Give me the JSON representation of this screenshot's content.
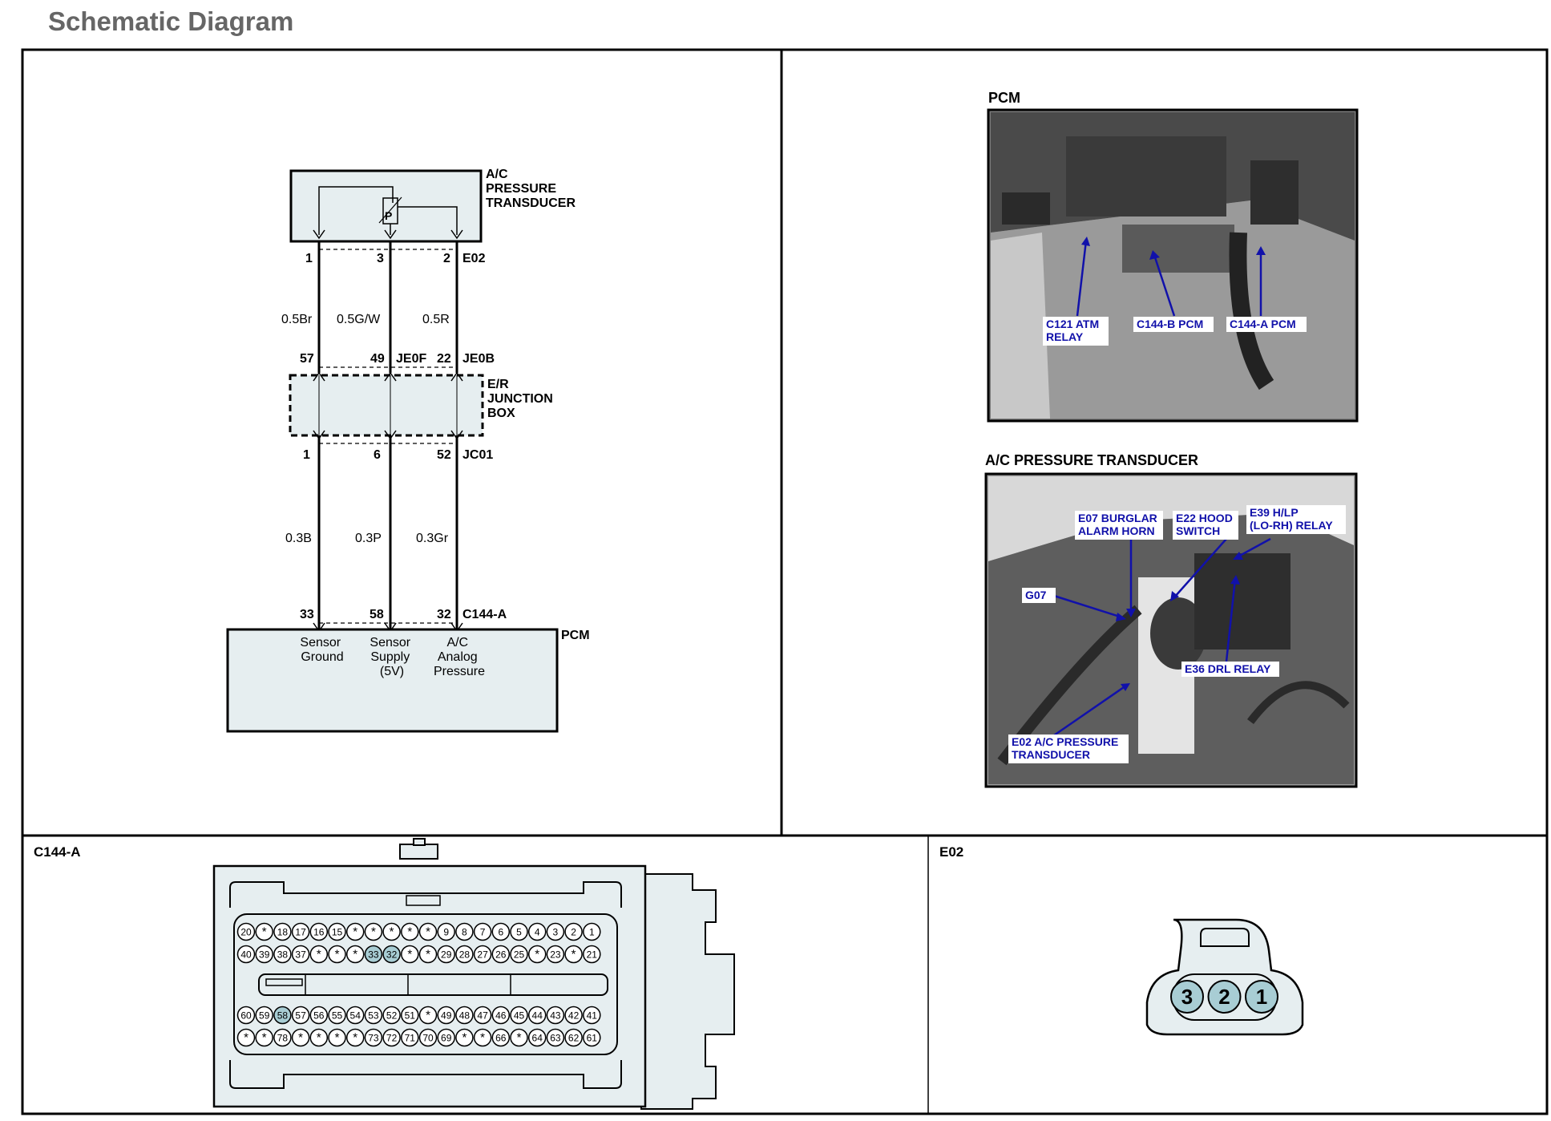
{
  "page": {
    "title": "Schematic Diagram"
  },
  "schematic": {
    "transducer_label": [
      "A/C",
      "PRESSURE",
      "TRANSDUCER"
    ],
    "transducer_symbol": "P",
    "e02": {
      "pins": [
        "1",
        "3",
        "2"
      ],
      "name": "E02"
    },
    "upper_wires": [
      "0.5Br",
      "0.5G/W",
      "0.5R"
    ],
    "je_pins": [
      "57",
      "49",
      "22"
    ],
    "je_names": [
      "JE0F",
      "JE0B"
    ],
    "junction_label": [
      "E/R",
      "JUNCTION",
      "BOX"
    ],
    "jc_pins": [
      "1",
      "6",
      "52"
    ],
    "jc_name": "JC01",
    "lower_wires": [
      "0.3B",
      "0.3P",
      "0.3Gr"
    ],
    "c144_pins": [
      "33",
      "58",
      "32"
    ],
    "c144_name": "C144-A",
    "pcm_label": "PCM",
    "pcm_pins": [
      [
        "Sensor",
        "Ground"
      ],
      [
        "Sensor",
        "Supply",
        "(5V)"
      ],
      [
        "A/C",
        "Analog",
        "Pressure"
      ]
    ]
  },
  "photos": {
    "pcm": {
      "title": "PCM",
      "callouts": [
        [
          "C121 ATM",
          "RELAY"
        ],
        [
          "C144-B PCM"
        ],
        [
          "C144-A PCM"
        ]
      ]
    },
    "transducer": {
      "title": "A/C PRESSURE TRANSDUCER",
      "callouts": [
        [
          "E07 BURGLAR",
          "ALARM HORN"
        ],
        [
          "E22 HOOD",
          "SWITCH"
        ],
        [
          "E39 H/LP",
          "(LO-RH) RELAY"
        ],
        [
          "G07"
        ],
        [
          "E36 DRL RELAY"
        ],
        [
          "E02 A/C PRESSURE",
          "TRANSDUCER"
        ]
      ]
    }
  },
  "connector_c144a": {
    "title": "C144-A",
    "rows": [
      [
        "20",
        "*",
        "18",
        "17",
        "16",
        "15",
        "*",
        "*",
        "*",
        "*",
        "*",
        "9",
        "8",
        "7",
        "6",
        "5",
        "4",
        "3",
        "2",
        "1"
      ],
      [
        "40",
        "39",
        "38",
        "37",
        "*",
        "*",
        "*",
        "33",
        "32",
        "*",
        "*",
        "29",
        "28",
        "27",
        "26",
        "25",
        "*",
        "23",
        "*",
        "21"
      ],
      [
        "60",
        "59",
        "58",
        "57",
        "56",
        "55",
        "54",
        "53",
        "52",
        "51",
        "*",
        "49",
        "48",
        "47",
        "46",
        "45",
        "44",
        "43",
        "42",
        "41"
      ],
      [
        "*",
        "*",
        "78",
        "*",
        "*",
        "*",
        "*",
        "73",
        "72",
        "71",
        "70",
        "69",
        "*",
        "*",
        "66",
        "*",
        "64",
        "63",
        "62",
        "61"
      ]
    ],
    "highlighted": [
      "33",
      "32",
      "58"
    ]
  },
  "connector_e02": {
    "title": "E02",
    "pins": [
      "3",
      "2",
      "1"
    ]
  },
  "colors": {
    "accent_fill": "#a8cdd4",
    "panel_fill": "#e6eef0",
    "callout_text": "#1111aa",
    "title_gray": "#666666"
  }
}
